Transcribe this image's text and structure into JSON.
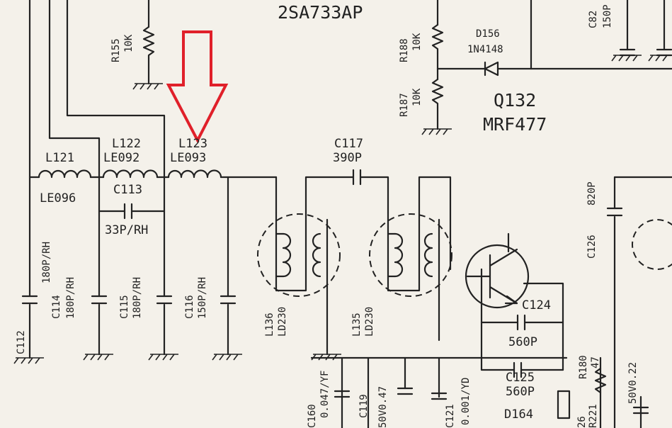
{
  "annotation": {
    "arrow_color": "#e0202a",
    "description": "red arrow pointing down at inductor L123"
  },
  "transistors": {
    "top_part": "2SA733AP",
    "q132_ref": "Q132",
    "q132_part": "MRF477"
  },
  "diode": {
    "ref": "D156",
    "part": "1N4148"
  },
  "resistors": {
    "r155": {
      "ref": "R155",
      "value": "10K"
    },
    "r188": {
      "ref": "R188",
      "value": "10K"
    },
    "r187": {
      "ref": "R187",
      "value": "10K"
    },
    "r180": {
      "ref": "R180",
      "value": "47"
    }
  },
  "inductors": {
    "l121": {
      "ref": "L121",
      "part": "LE096"
    },
    "l122": {
      "ref": "L122",
      "part": "LE092"
    },
    "l123": {
      "ref": "L123",
      "part": "LE093"
    },
    "l136": {
      "ref": "L136",
      "part": "LD230"
    },
    "l135": {
      "ref": "L135",
      "part": "LD230"
    }
  },
  "capacitors": {
    "c82": {
      "ref": "C82",
      "value": "150P"
    },
    "c113": {
      "ref": "C113",
      "value": "33P/RH"
    },
    "c117": {
      "ref": "C117",
      "value": "390P"
    },
    "c112": {
      "ref": "C112",
      "value": ""
    },
    "c114": {
      "ref": "C114",
      "value": "180P/RH"
    },
    "c115": {
      "ref": "C115",
      "value": "180P/RH"
    },
    "c116": {
      "ref": "C116",
      "value": "150P/RH"
    },
    "c112_value": "180P/RH",
    "c126": {
      "ref": "C126",
      "value": "820P"
    },
    "c124": {
      "ref": "C124",
      "value": "560P"
    },
    "c125": {
      "ref": "C125",
      "value": "560P"
    },
    "c160": {
      "ref": "C160",
      "value": "0.047/YF"
    },
    "c119": {
      "ref": "C119",
      "value": "50V0.47"
    },
    "c121": {
      "ref": "C121",
      "value": "0.001/YD"
    },
    "c_bottom_right": "50V0.22"
  },
  "misc": {
    "d164": "D164",
    "r_bottom_partial": "R221",
    "c_bottom_partial": "26"
  }
}
